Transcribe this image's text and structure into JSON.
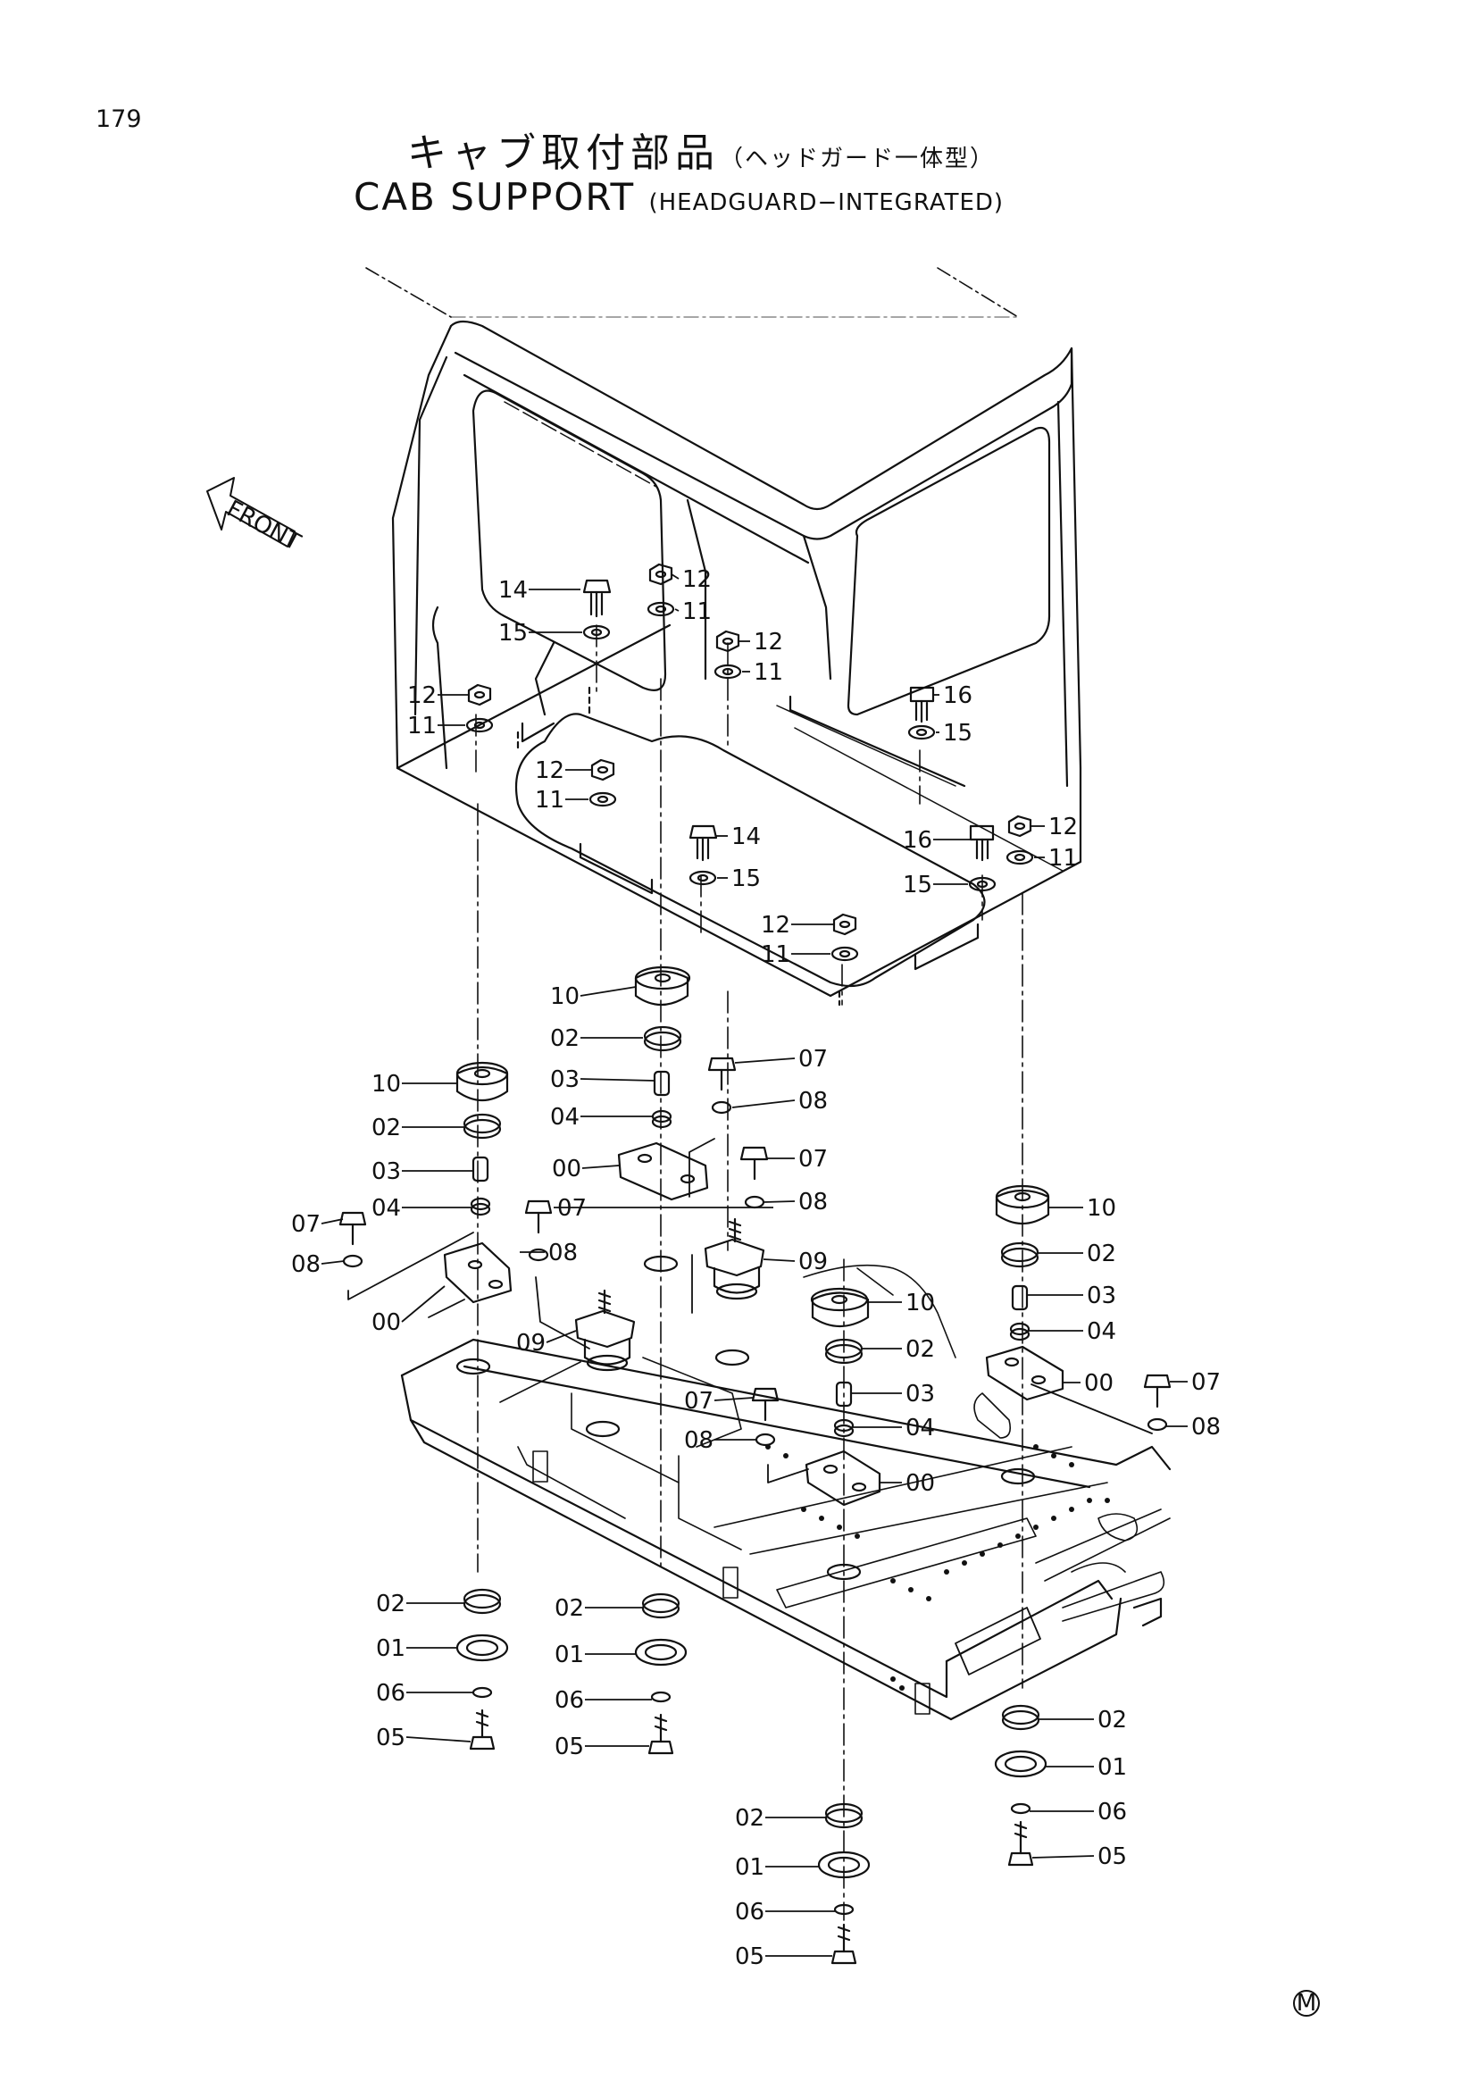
{
  "page": {
    "number": "179",
    "title_jp": "キャブ取付部品",
    "title_jp_sub": "（ヘッドガード一体型）",
    "title_en": "CAB  SUPPORT",
    "title_en_sub": "(HEADGUARD−INTEGRATED)",
    "front_label": "FRONT",
    "mark": "M"
  },
  "callouts": [
    {
      "id": "14",
      "side": "left"
    },
    {
      "id": "15",
      "side": "left"
    },
    {
      "id": "12",
      "side": "right"
    },
    {
      "id": "11",
      "side": "right"
    },
    {
      "id": "12",
      "side": "right"
    },
    {
      "id": "11",
      "side": "right"
    },
    {
      "id": "12",
      "side": "left"
    },
    {
      "id": "11",
      "side": "left"
    },
    {
      "id": "16",
      "side": "right"
    },
    {
      "id": "15",
      "side": "right"
    },
    {
      "id": "12",
      "side": "left"
    },
    {
      "id": "11",
      "side": "left"
    },
    {
      "id": "14",
      "side": "right"
    },
    {
      "id": "15",
      "side": "right"
    },
    {
      "id": "16",
      "side": "left"
    },
    {
      "id": "15",
      "side": "left"
    },
    {
      "id": "12",
      "side": "right"
    },
    {
      "id": "11",
      "side": "right"
    },
    {
      "id": "12",
      "side": "left"
    },
    {
      "id": "11",
      "side": "left"
    },
    {
      "id": "10",
      "side": "left"
    },
    {
      "id": "02",
      "side": "left"
    },
    {
      "id": "07",
      "side": "right"
    },
    {
      "id": "03",
      "side": "left"
    },
    {
      "id": "08",
      "side": "right"
    },
    {
      "id": "04",
      "side": "left"
    },
    {
      "id": "10",
      "side": "left"
    },
    {
      "id": "02",
      "side": "left"
    },
    {
      "id": "03",
      "side": "left"
    },
    {
      "id": "04",
      "side": "left"
    },
    {
      "id": "00",
      "side": "left"
    },
    {
      "id": "07",
      "side": "right"
    },
    {
      "id": "08",
      "side": "right"
    },
    {
      "id": "07",
      "side": "left"
    },
    {
      "id": "08",
      "side": "left"
    },
    {
      "id": "07",
      "side": "right"
    },
    {
      "id": "08",
      "side": "right"
    },
    {
      "id": "09",
      "side": "right"
    },
    {
      "id": "00",
      "side": "left"
    },
    {
      "id": "09",
      "side": "left"
    },
    {
      "id": "10",
      "side": "right"
    },
    {
      "id": "02",
      "side": "right"
    },
    {
      "id": "03",
      "side": "right"
    },
    {
      "id": "04",
      "side": "right"
    },
    {
      "id": "00",
      "side": "right"
    },
    {
      "id": "07",
      "side": "right"
    },
    {
      "id": "08",
      "side": "right"
    },
    {
      "id": "10",
      "side": "right"
    },
    {
      "id": "02",
      "side": "right"
    },
    {
      "id": "03",
      "side": "right"
    },
    {
      "id": "04",
      "side": "right"
    },
    {
      "id": "07",
      "side": "left"
    },
    {
      "id": "08",
      "side": "left"
    },
    {
      "id": "00",
      "side": "right"
    },
    {
      "id": "02",
      "side": "left"
    },
    {
      "id": "01",
      "side": "left"
    },
    {
      "id": "06",
      "side": "left"
    },
    {
      "id": "05",
      "side": "left"
    },
    {
      "id": "02",
      "side": "left"
    },
    {
      "id": "01",
      "side": "left"
    },
    {
      "id": "06",
      "side": "left"
    },
    {
      "id": "05",
      "side": "left"
    },
    {
      "id": "02",
      "side": "right"
    },
    {
      "id": "01",
      "side": "right"
    },
    {
      "id": "06",
      "side": "right"
    },
    {
      "id": "05",
      "side": "right"
    },
    {
      "id": "02",
      "side": "left"
    },
    {
      "id": "01",
      "side": "left"
    },
    {
      "id": "06",
      "side": "left"
    },
    {
      "id": "05",
      "side": "left"
    }
  ]
}
